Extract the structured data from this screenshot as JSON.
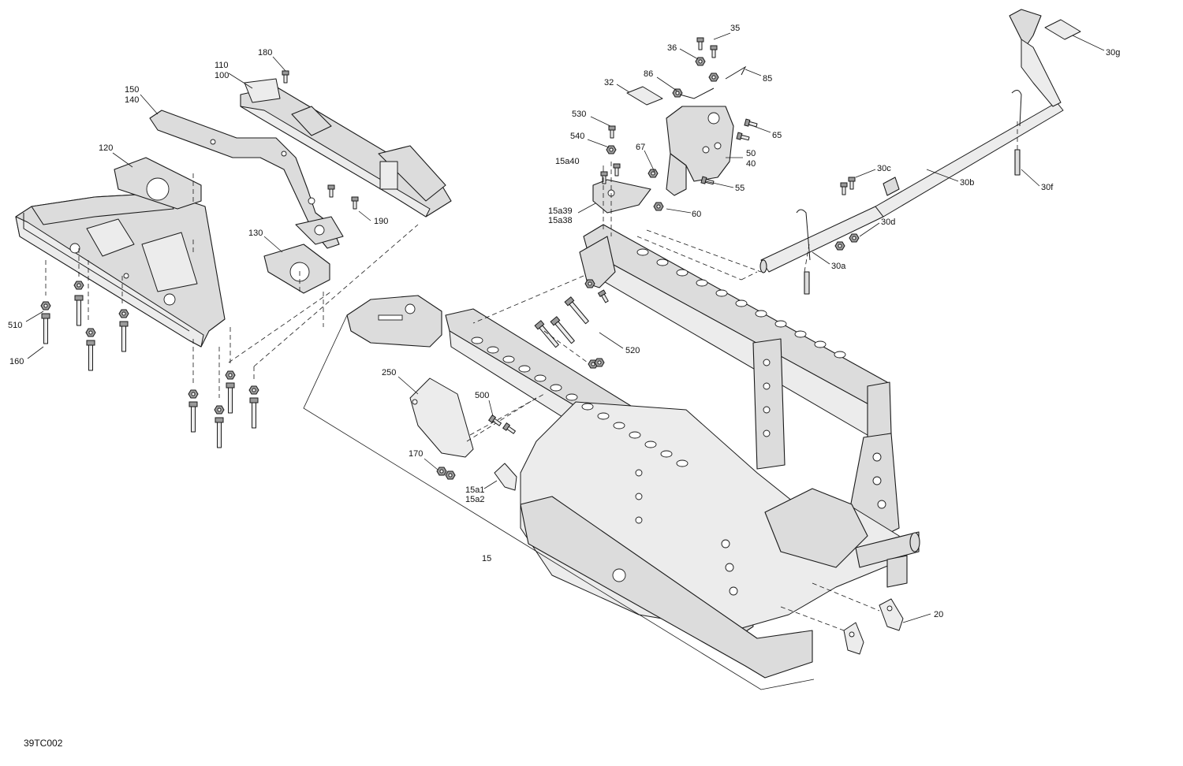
{
  "diagram_code": "39TC002",
  "callouts": {
    "c180": "180",
    "c110": "110",
    "c100": "100",
    "c150": "150",
    "c140": "140",
    "c120": "120",
    "c190": "190",
    "c130": "130",
    "c510": "510",
    "c160": "160",
    "c35": "35",
    "c36": "36",
    "c86": "86",
    "c85": "85",
    "c32": "32",
    "c530": "530",
    "c540": "540",
    "c67": "67",
    "c65": "65",
    "c50": "50",
    "c40": "40",
    "c15a40": "15a40",
    "c55": "55",
    "c15a39": "15a39",
    "c15a38": "15a38",
    "c60": "60",
    "c30g": "30g",
    "c30c": "30c",
    "c30b": "30b",
    "c30f": "30f",
    "c30d": "30d",
    "c30a": "30a",
    "c520": "520",
    "c250": "250",
    "c500": "500",
    "c170": "170",
    "c15a1": "15a1",
    "c15a2": "15a2",
    "c15": "15",
    "c20": "20"
  }
}
